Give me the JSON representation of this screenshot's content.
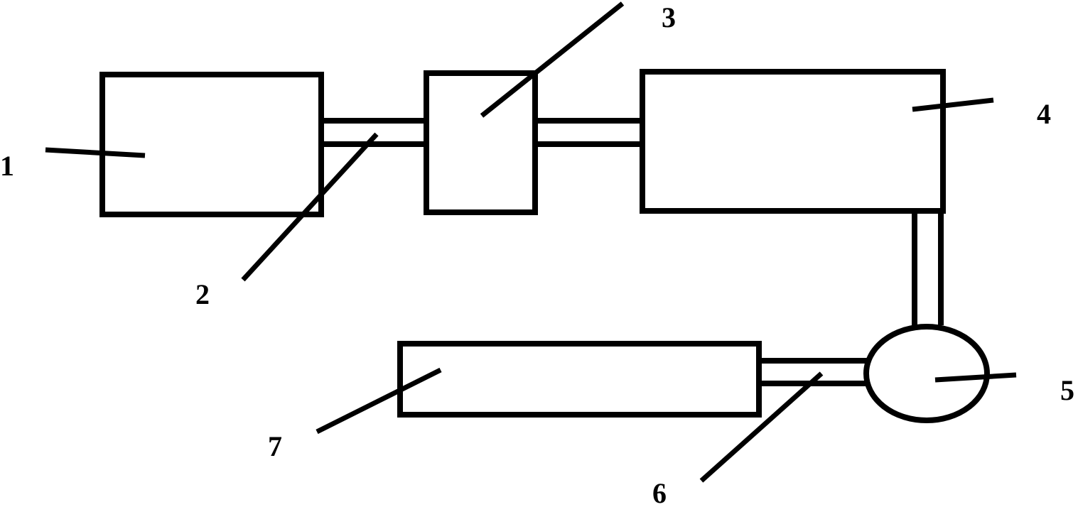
{
  "diagram": {
    "labels": {
      "component_1": "1",
      "component_2": "2",
      "component_3": "3",
      "component_4": "4",
      "component_5": "5",
      "component_6": "6",
      "component_7": "7"
    },
    "colors": {
      "stroke": "#000000",
      "background": "#ffffff"
    }
  }
}
